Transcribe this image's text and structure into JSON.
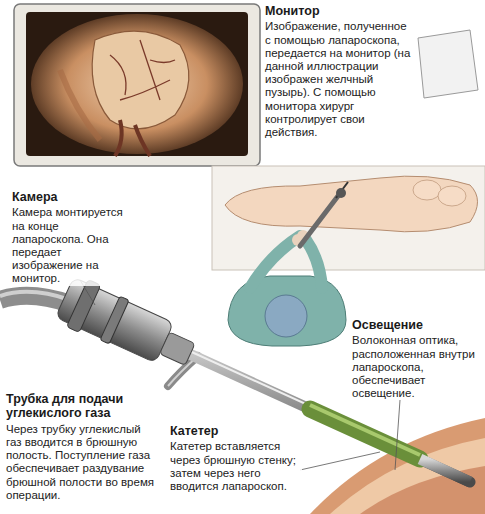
{
  "diagram": {
    "labels": [
      "Монитор",
      "Изображение, полученное с помощью лапароскопа, передается на монитор (на данной иллюстрации изображен желчный пузырь). С помощью монитора хирург контролирует свои действия.",
      "Камера",
      "Камера монтируется на конце лапароскопа. Она передает изображение на монитор.",
      "Освещение",
      "Волоконная оптика, расположенная внутри лапароскопа, обеспечивает освещение.",
      "Трубка для подачи углекислого газа",
      "Через трубку углекислый газ вводится в брюшную полость. Поступление газа обеспечивает раздувание брюшной полости во время операции.",
      "Катетер",
      "Катетер вставляется через брюшную стенку; затем через него вводится лапароскоп."
    ]
  }
}
